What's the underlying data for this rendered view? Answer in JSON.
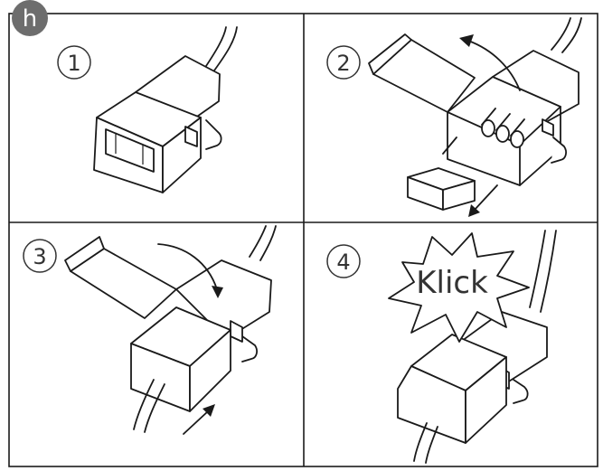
{
  "badge": {
    "letter": "h",
    "color": "#6d6d6d"
  },
  "panels": [
    {
      "number": "1"
    },
    {
      "number": "2"
    },
    {
      "number": "3"
    },
    {
      "number": "4",
      "callout": "Klick"
    }
  ],
  "colors": {
    "line": "#1a1a1a",
    "frame": "#1a1a1a",
    "text": "#333333"
  }
}
